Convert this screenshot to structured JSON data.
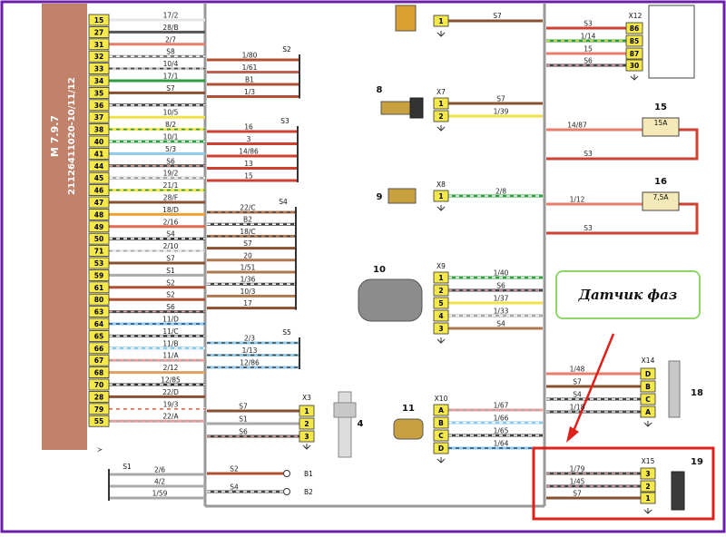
{
  "ecu": {
    "title": "М 7.9.7",
    "part_number": "21126411020-10/11/12",
    "pins": [
      {
        "pin": "15",
        "wire": "17/2",
        "c": "#e6e6e6"
      },
      {
        "pin": "27",
        "wire": "28/B",
        "c": "#555555"
      },
      {
        "pin": "31",
        "wire": "2/7",
        "c": "#e87d6b"
      },
      {
        "pin": "32",
        "wire": "S8",
        "c": "#777777",
        "d": "#ffffff"
      },
      {
        "pin": "33",
        "wire": "10/4",
        "c": "#c9c9c9",
        "d": "#444444"
      },
      {
        "pin": "34",
        "wire": "17/1",
        "c": "#2e9e3e"
      },
      {
        "pin": "35",
        "wire": "S7",
        "c": "#8a5030"
      },
      {
        "pin": "36",
        "wire": "",
        "c": "#444444",
        "d": "#ffffff"
      },
      {
        "pin": "37",
        "wire": "10/5",
        "c": "#f2e24a"
      },
      {
        "pin": "38",
        "wire": "8/2",
        "c": "#f2e24a",
        "d": "#2e9e3e"
      },
      {
        "pin": "40",
        "wire": "10/1",
        "c": "#2e9e3e",
        "d": "#ffffff"
      },
      {
        "pin": "41",
        "wire": "5/3",
        "c": "#8fc9ea"
      },
      {
        "pin": "44",
        "wire": "S6",
        "c": "#444444",
        "d": "#e0a0a0"
      },
      {
        "pin": "45",
        "wire": "19/2",
        "c": "#aaaaaa",
        "d": "#ffffff"
      },
      {
        "pin": "46",
        "wire": "21/1",
        "c": "#f2e24a",
        "d": "#2e9e3e"
      },
      {
        "pin": "47",
        "wire": "28/F",
        "c": "#8a5030"
      },
      {
        "pin": "48",
        "wire": "18/D",
        "c": "#f0a030"
      },
      {
        "pin": "49",
        "wire": "2/16",
        "c": "#e06a50"
      },
      {
        "pin": "50",
        "wire": "S4",
        "c": "#333333",
        "d": "#ffffff"
      },
      {
        "pin": "71",
        "wire": "2/10",
        "c": "#e8e8e8",
        "d": "#aaaaaa"
      },
      {
        "pin": "53",
        "wire": "S7",
        "c": "#8a5030"
      },
      {
        "pin": "59",
        "wire": "S1",
        "c": "#aaaaaa"
      },
      {
        "pin": "61",
        "wire": "S2",
        "c": "#b05030"
      },
      {
        "pin": "80",
        "wire": "S2",
        "c": "#b05030"
      },
      {
        "pin": "63",
        "wire": "S6",
        "c": "#444444",
        "d": "#e0a0a0"
      },
      {
        "pin": "64",
        "wire": "11/D",
        "c": "#8fc9ea",
        "d": "#1a4a8a"
      },
      {
        "pin": "65",
        "wire": "11/C",
        "c": "#444444",
        "d": "#ffffff"
      },
      {
        "pin": "66",
        "wire": "11/B",
        "c": "#8fc9ea",
        "d": "#ffffff"
      },
      {
        "pin": "67",
        "wire": "11/A",
        "c": "#e8a0a0",
        "d": "#aaaaaa"
      },
      {
        "pin": "68",
        "wire": "2/12",
        "c": "#e0a060"
      },
      {
        "pin": "70",
        "wire": "12/85",
        "c": "#333333",
        "d": "#ffffff"
      },
      {
        "pin": "28",
        "wire": "22/D",
        "c": "#8a5030"
      },
      {
        "pin": "79",
        "wire": "19/3",
        "c": "#ffffff",
        "d": "#e06a50"
      },
      {
        "pin": "55",
        "wire": "22/A",
        "c": "#e8a0a0",
        "d": "#aaaaaa"
      }
    ]
  },
  "splices": {
    "S2": {
      "label": "S2",
      "wires": [
        {
          "t": "1/80",
          "c": "#b05030"
        },
        {
          "t": "1/61",
          "c": "#c06050"
        },
        {
          "t": "B1",
          "c": "#b05030"
        },
        {
          "t": "1/3",
          "c": "#b05030"
        }
      ]
    },
    "S3": {
      "label": "S3",
      "wires": [
        {
          "t": "16",
          "c": "#d04030"
        },
        {
          "t": "3",
          "c": "#d04030"
        },
        {
          "t": "14/86",
          "c": "#d04030"
        },
        {
          "t": "13",
          "c": "#d04030"
        },
        {
          "t": "15",
          "c": "#d04030"
        }
      ]
    },
    "S4": {
      "label": "S4",
      "wires": [
        {
          "t": "22/C",
          "c": "#b07850",
          "d": "#444444"
        },
        {
          "t": "B2",
          "c": "#444444",
          "d": "#ffffff"
        },
        {
          "t": "18/C",
          "c": "#b07850",
          "d": "#444444"
        },
        {
          "t": "S7",
          "c": "#8a5030"
        },
        {
          "t": "20",
          "c": "#b07850"
        },
        {
          "t": "1/51",
          "c": "#b07850"
        },
        {
          "t": "1/36",
          "c": "#444444",
          "d": "#ffffff"
        },
        {
          "t": "10/3",
          "c": "#b07850"
        },
        {
          "t": "17",
          "c": "#8a5030"
        }
      ]
    },
    "S5": {
      "label": "S5",
      "wires": [
        {
          "t": "2/3",
          "c": "#8fc9ea",
          "d": "#444444"
        },
        {
          "t": "1/13",
          "c": "#8fc9ea",
          "d": "#444444"
        },
        {
          "t": "12/86",
          "c": "#8fc9ea",
          "d": "#444444"
        }
      ]
    },
    "S1": {
      "label": "S1",
      "wires": [
        {
          "t": "2/6",
          "c": "#aaaaaa"
        },
        {
          "t": "4/2",
          "c": "#aaaaaa"
        },
        {
          "t": "1/59",
          "c": "#aaaaaa"
        }
      ]
    }
  },
  "x3": {
    "label": "X3",
    "num": "4",
    "pins": [
      {
        "p": "1",
        "w": "S7",
        "c": "#8a5030"
      },
      {
        "p": "2",
        "w": "S1",
        "c": "#aaaaaa"
      },
      {
        "p": "3",
        "w": "S6",
        "c": "#444444",
        "d": "#e0a0a0"
      }
    ]
  },
  "grounds": [
    {
      "w": "S2",
      "t": "B1",
      "c": "#b05030"
    },
    {
      "w": "S4",
      "t": "B2",
      "c": "#444444",
      "d": "#ffffff"
    }
  ],
  "x_top": {
    "pin": "1",
    "wire": "S7"
  },
  "x7": {
    "label": "X7",
    "num": "8",
    "pins": [
      {
        "p": "1",
        "w": "S7",
        "c": "#8a5030"
      },
      {
        "p": "2",
        "w": "1/39",
        "c": "#f2e24a"
      }
    ]
  },
  "x8": {
    "label": "X8",
    "num": "9",
    "pins": [
      {
        "p": "1",
        "w": "2/8",
        "c": "#2e9e3e",
        "d": "#ffffff"
      }
    ]
  },
  "x9": {
    "label": "X9",
    "num": "10",
    "pins": [
      {
        "p": "1",
        "w": "1/40",
        "c": "#2e9e3e",
        "d": "#ffffff"
      },
      {
        "p": "2",
        "w": "S6",
        "c": "#444444",
        "d": "#e0a0a0"
      },
      {
        "p": "5",
        "w": "1/37",
        "c": "#f2e24a"
      },
      {
        "p": "4",
        "w": "1/33",
        "c": "#aaaaaa",
        "d": "#ffffff"
      },
      {
        "p": "3",
        "w": "S4",
        "c": "#b07850"
      }
    ]
  },
  "x10": {
    "label": "X10",
    "num": "11",
    "pins": [
      {
        "p": "A",
        "w": "1/67",
        "c": "#e8a0a0",
        "d": "#aaaaaa"
      },
      {
        "p": "B",
        "w": "1/66",
        "c": "#8fc9ea",
        "d": "#ffffff"
      },
      {
        "p": "C",
        "w": "1/65",
        "c": "#444444",
        "d": "#ffffff"
      },
      {
        "p": "D",
        "w": "1/64",
        "c": "#8fc9ea",
        "d": "#1a4a8a"
      }
    ]
  },
  "x12": {
    "label": "X12",
    "pins": [
      {
        "p": "86",
        "w": "S3",
        "c": "#d04030"
      },
      {
        "p": "85",
        "w": "1/14",
        "c": "#2e9e3e",
        "d": "#f2e24a"
      },
      {
        "p": "87",
        "w": "15",
        "c": "#e87d6b"
      },
      {
        "p": "30",
        "w": "S6",
        "c": "#444444",
        "d": "#e0a0a0"
      }
    ]
  },
  "fuse15": {
    "num": "15",
    "rating": "15A",
    "in": "14/87",
    "out": "S3"
  },
  "fuse16": {
    "num": "16",
    "rating": "7,5A",
    "in": "1/12",
    "out": "S3"
  },
  "x14": {
    "label": "X14",
    "num": "18",
    "pins": [
      {
        "p": "D",
        "w": "1/48",
        "c": "#e87d6b"
      },
      {
        "p": "B",
        "w": "S7",
        "c": "#8a5030"
      },
      {
        "p": "C",
        "w": "S4",
        "c": "#444444",
        "d": "#ffffff"
      },
      {
        "p": "A",
        "w": "1/18",
        "c": "#444444",
        "d": "#e0e0e0"
      }
    ]
  },
  "x15": {
    "label": "X15",
    "num": "19",
    "pins": [
      {
        "p": "3",
        "w": "1/79",
        "c": "#444444",
        "d": "#e0a0a0"
      },
      {
        "p": "2",
        "w": "1/45",
        "c": "#444444",
        "d": "#e0a0a0"
      },
      {
        "p": "1",
        "w": "S7",
        "c": "#8a5030"
      }
    ]
  },
  "callout": {
    "text": "Датчик фаз"
  },
  "colors": {
    "frame": "#6a1fa8",
    "ecu": "#c0826a",
    "pin_fill": "#f5e84a",
    "highlight": "#e0201a"
  }
}
